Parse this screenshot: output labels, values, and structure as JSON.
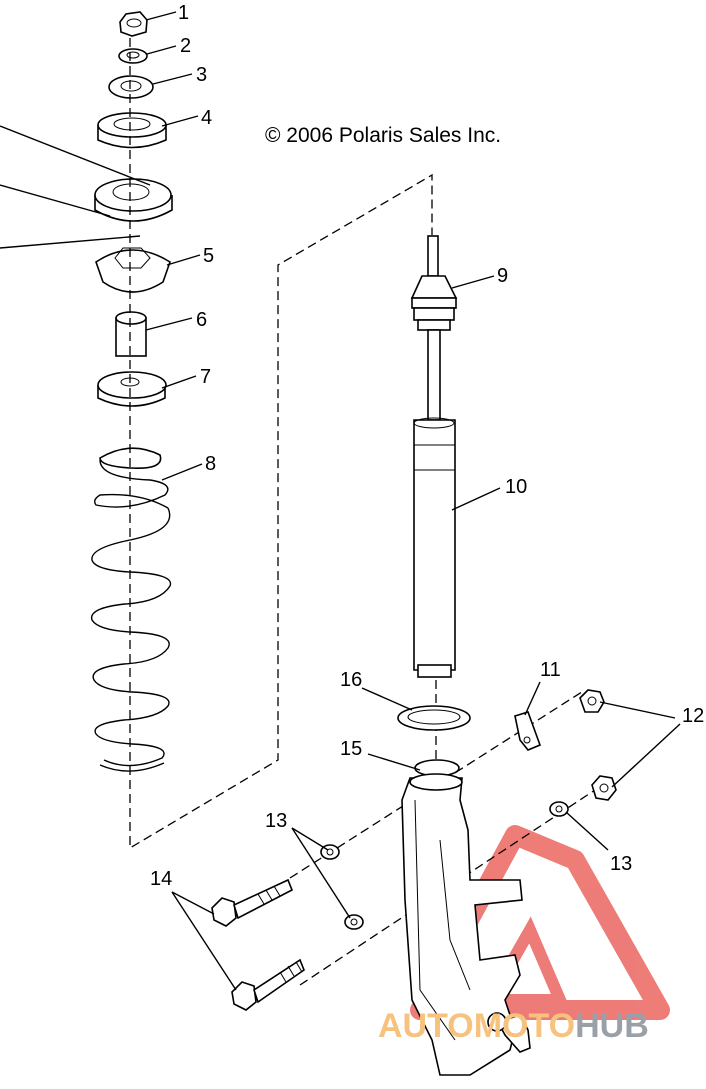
{
  "copyright": "© 2006 Polaris Sales Inc.",
  "callouts": [
    "1",
    "2",
    "3",
    "4",
    "5",
    "6",
    "7",
    "8",
    "9",
    "10",
    "11",
    "12",
    "13",
    "13",
    "14",
    "15",
    "16"
  ],
  "watermark": {
    "part1": "AUTO",
    "part2": "MOTO",
    "part3": "HUB",
    "logo_color": "#e8504a"
  }
}
